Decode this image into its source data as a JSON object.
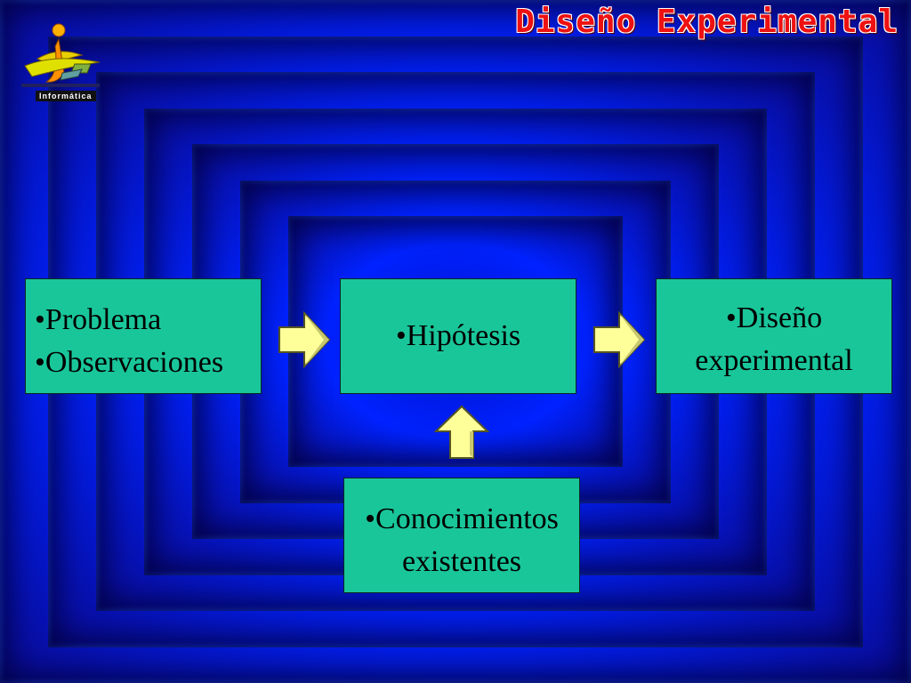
{
  "header": {
    "title": "Diseño Experimental",
    "logo_caption": "Informática"
  },
  "diagram": {
    "problem_box": {
      "lines": [
        "•Problema",
        "•Observaciones"
      ]
    },
    "hypothesis_box": {
      "lines": [
        "•Hipótesis"
      ]
    },
    "design_box": {
      "lines": [
        "•Diseño",
        "experimental"
      ]
    },
    "knowledge_box": {
      "lines": [
        "•Conocimientos",
        "existentes"
      ]
    }
  },
  "colors": {
    "box_fill": "#19c69a",
    "arrow_fill": "#ffff99",
    "title": "#ee1111",
    "background": "#0000ff"
  },
  "icons": {
    "logo": "stylized-figure-logo-icon",
    "arrow_right": "right-arrow-icon",
    "arrow_up": "up-arrow-icon"
  }
}
